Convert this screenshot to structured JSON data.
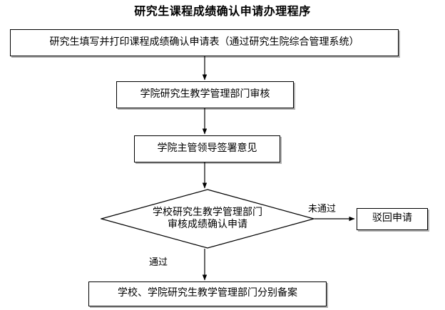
{
  "document": {
    "title": "研究生课程成绩确认申请办理程序",
    "language": "zh-CN",
    "ink_color": "#000000",
    "paper_color": "#ffffff"
  },
  "flowchart": {
    "type": "process-flow",
    "nodes": [
      {
        "id": "n1",
        "shape": "rectangle",
        "label": "研究生填写并打印课程成绩确认申请表（通过研究生院综合管理系统）"
      },
      {
        "id": "n2",
        "shape": "rectangle",
        "label": "学院研究生教学管理部门审核"
      },
      {
        "id": "n3",
        "shape": "rectangle",
        "label": "学院主管领导签署意见"
      },
      {
        "id": "n4",
        "shape": "diamond",
        "label_line1": "学校研究生教学管理部门",
        "label_line2": "审核成绩确认申请"
      },
      {
        "id": "n5",
        "shape": "rectangle",
        "label": "驳回申请"
      },
      {
        "id": "n6",
        "shape": "rectangle",
        "label": "学校、学院研究生教学管理部门分别备案"
      }
    ],
    "edges": [
      {
        "id": "e1",
        "from": "n1",
        "to": "n2",
        "label": ""
      },
      {
        "id": "e2",
        "from": "n2",
        "to": "n3",
        "label": ""
      },
      {
        "id": "e3",
        "from": "n3",
        "to": "n4",
        "label": ""
      },
      {
        "id": "e4",
        "from": "n4",
        "to": "n5",
        "label": "未通过"
      },
      {
        "id": "e5",
        "from": "n4",
        "to": "n6",
        "label": "通过"
      }
    ]
  }
}
